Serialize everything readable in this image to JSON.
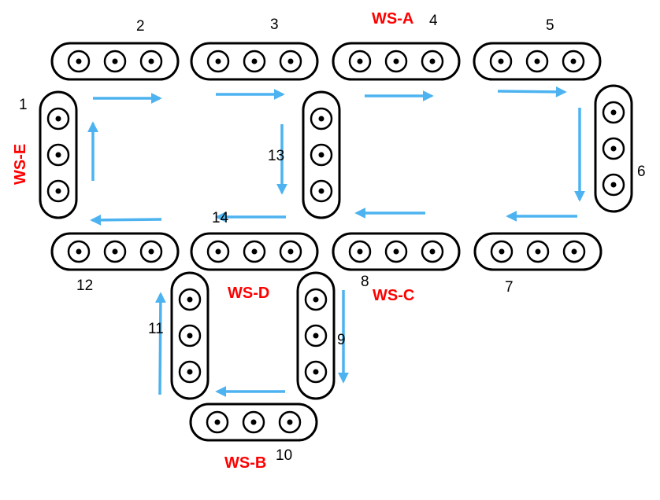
{
  "station_numbers": [
    "1",
    "2",
    "3",
    "4",
    "5",
    "6",
    "7",
    "8",
    "9",
    "10",
    "11",
    "12",
    "13",
    "14"
  ],
  "workstations": [
    "WS-A",
    "WS-B",
    "WS-C",
    "WS-D",
    "WS-E"
  ],
  "colors": {
    "arrow": "#4db3f0",
    "workstation_label": "#ff0000",
    "outline": "#000000"
  }
}
